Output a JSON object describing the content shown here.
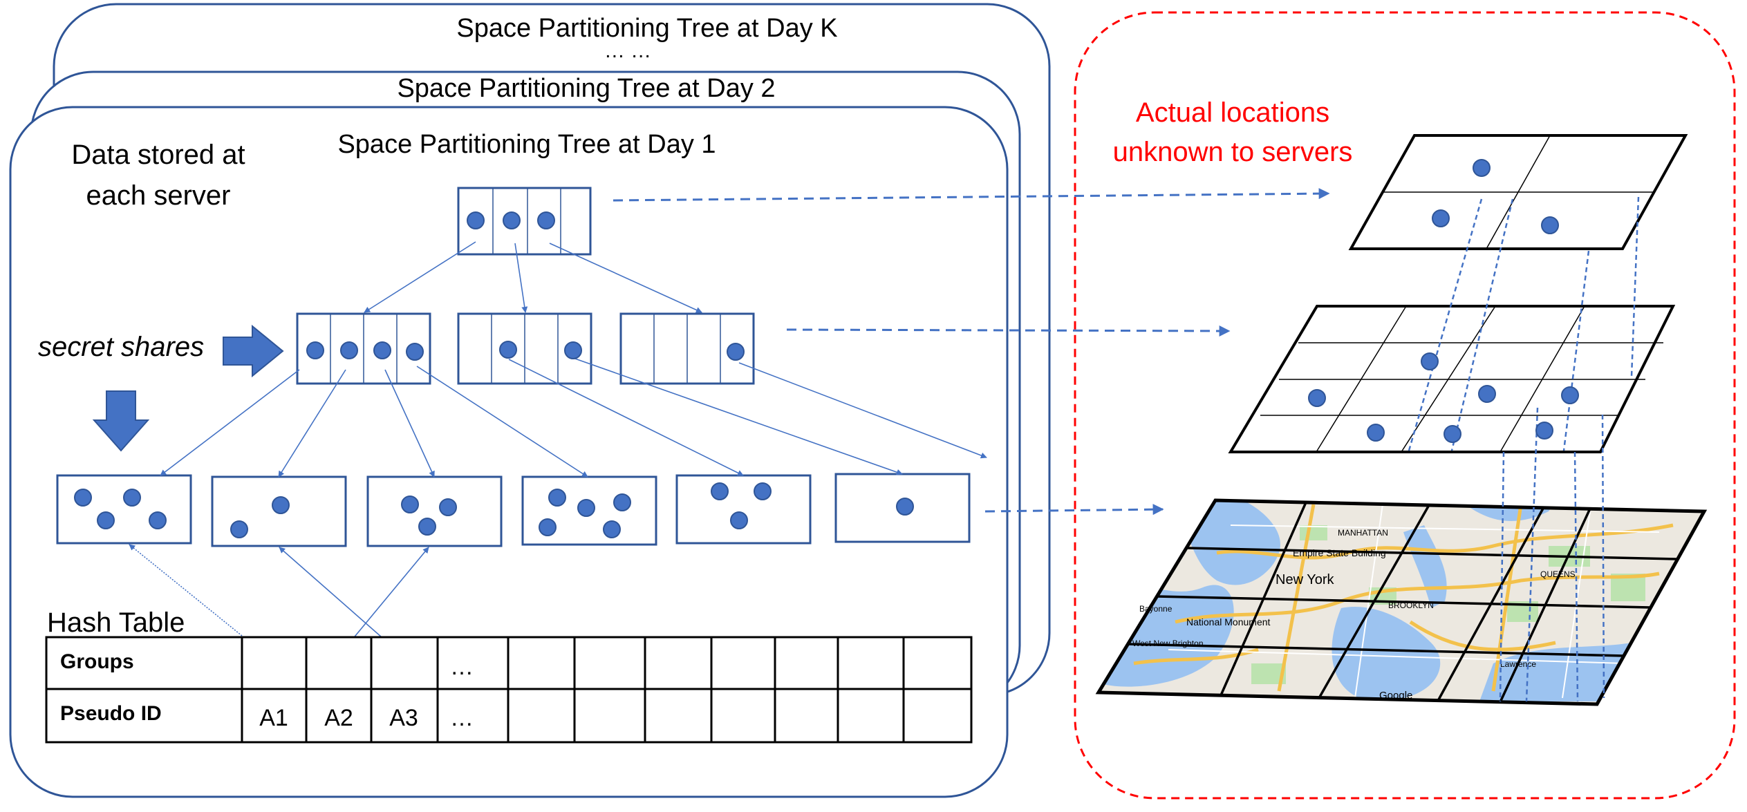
{
  "tree_titles": {
    "day_k": "Space Partitioning Tree at Day K",
    "ellipsis": "… …",
    "day_2": "Space Partitioning Tree at Day 2",
    "day_1": "Space Partitioning Tree at Day 1"
  },
  "server_data": {
    "line1": "Data stored at",
    "line2": "each server"
  },
  "secret_shares": "secret shares",
  "actual_locations": {
    "line1": "Actual locations",
    "line2": "unknown to servers"
  },
  "hash_table": {
    "title": "Hash Table",
    "row_labels": [
      "Groups",
      "Pseudo ID"
    ],
    "groups_cells": [
      "",
      "",
      "",
      "…",
      "",
      "",
      "",
      "",
      "",
      "",
      ""
    ],
    "pseudo_cells": [
      "A1",
      "A2",
      "A3",
      "…",
      "",
      "",
      "",
      "",
      "",
      "",
      ""
    ]
  },
  "map": {
    "labels": [
      "MANHATTAN",
      "Empire State Building",
      "New York",
      "QUEENS",
      "BROOKLYN",
      "National Monument",
      "Google",
      "West New Brighton",
      "Bayonne",
      "Lawrence"
    ]
  },
  "colors": {
    "frame": "#2f5597",
    "dot": "#4472c4",
    "dot_stroke": "#2f5597",
    "arrow": "#4472c4",
    "dashed": "#4472c4",
    "red_box": "#ff0000",
    "map_water": "#9cc3f0",
    "map_land": "#ece8e0",
    "map_park": "#bde3b0",
    "map_road": "#f3c14b"
  }
}
